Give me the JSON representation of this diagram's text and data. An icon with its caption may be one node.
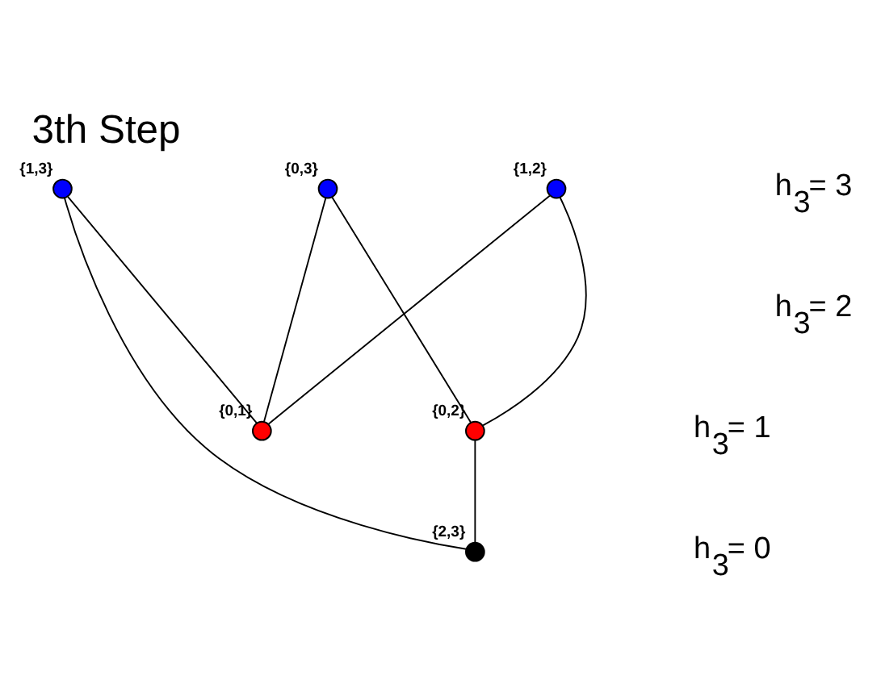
{
  "diagram": {
    "title": "3th Step",
    "nodes": [
      {
        "text": [],
        "shape": "circle",
        "beside": [
          "{1,3}"
        ]
      },
      {
        "text": [],
        "shape": "circle",
        "beside": [
          "{0,3}"
        ]
      },
      {
        "text": [],
        "shape": "circle",
        "beside": [
          "{1,2}"
        ]
      },
      {
        "text": [],
        "shape": "circle",
        "beside": [
          "{0,1}"
        ]
      },
      {
        "text": [],
        "shape": "circle",
        "beside": [
          "{0,2}"
        ]
      },
      {
        "text": [],
        "shape": "circle",
        "beside": [
          "{2,3}"
        ]
      }
    ],
    "edges": [
      {
        "from": 0,
        "to": 3,
        "arrow": "none"
      },
      {
        "from": 0,
        "to": 5,
        "arrow": "none"
      },
      {
        "from": 1,
        "to": 3,
        "arrow": "none"
      },
      {
        "from": 1,
        "to": 4,
        "arrow": "none"
      },
      {
        "from": 2,
        "to": 3,
        "arrow": "none"
      },
      {
        "from": 2,
        "to": 4,
        "arrow": "none"
      },
      {
        "from": 4,
        "to": 5,
        "arrow": "none"
      }
    ],
    "labels": [
      "h$_{3}$= 3",
      "h$_{3}$= 2",
      "h$_{3}$= 1",
      "h$_{3}$= 0"
    ]
  }
}
